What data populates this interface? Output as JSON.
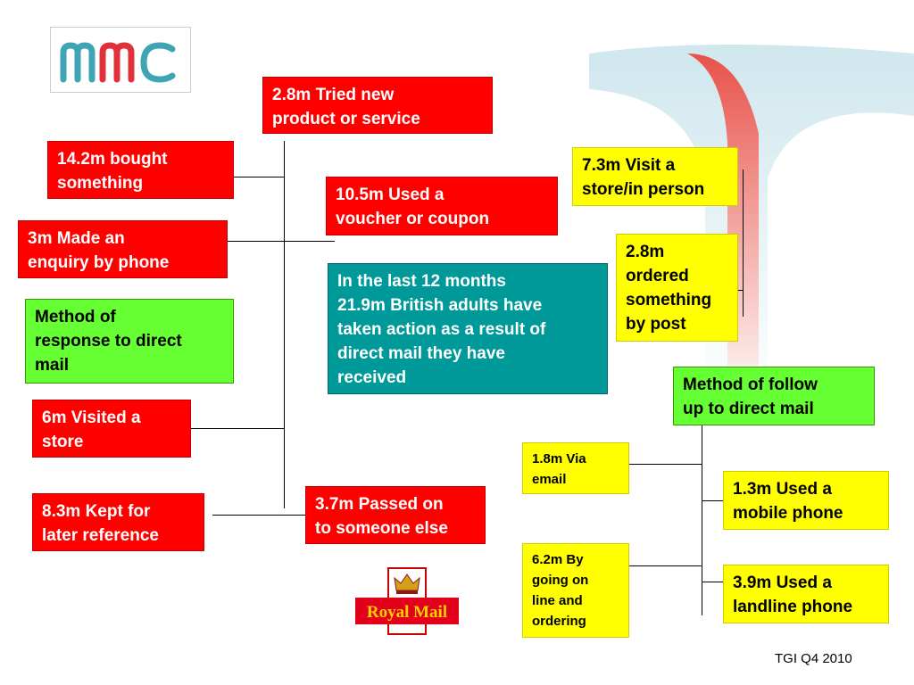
{
  "logo": {
    "text": "mmc"
  },
  "boxes": {
    "tried_new": "2.8m Tried new\nproduct  or service",
    "bought": "14.2m bought\nsomething",
    "voucher": "10.5m Used a\nvoucher or coupon",
    "enquiry_phone": "3m Made an\nenquiry by phone",
    "summary": "In the last 12 months\n21.9m British adults have\ntaken action as a result of\ndirect mail they have\nreceived",
    "method_response": "Method of\nresponse to direct\nmail",
    "visited_store": "6m Visited a\nstore",
    "kept": "8.3m Kept for\nlater reference",
    "passed_on": "3.7m Passed on\nto someone else",
    "visit_store_person": "7.3m Visit a\nstore/in person",
    "ordered_post": "2.8m\nordered\nsomething\nby  post",
    "method_follow": "Method of follow\nup to direct mail",
    "via_email": "1.8m Via\nemail",
    "online": "6.2m By\ngoing on\nline and\nordering",
    "mobile": "1.3m Used a\nmobile phone",
    "landline": "3.9m Used a\nlandline phone"
  },
  "royal_mail": {
    "text": "Royal Mail"
  },
  "footer": {
    "source": "TGI Q4 2010"
  },
  "colors": {
    "red": "#ff0000",
    "green": "#66ff33",
    "yellow": "#ffff00",
    "teal": "#009999",
    "logo_teal": "#3fa5b5",
    "logo_red": "#e0303a"
  }
}
